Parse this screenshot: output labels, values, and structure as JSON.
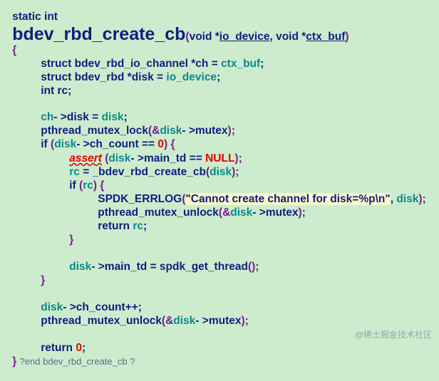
{
  "code": {
    "l1": "static int",
    "fname": "bdev_rbd_create_cb",
    "sig": {
      "open": "(",
      "t1": "void *",
      "p1": "io_device",
      "sep": ", ",
      "t2": "void *",
      "p2": "ctx_buf",
      "close": ")"
    },
    "lbrace": "{",
    "l4": {
      "a": "struct bdev_rbd_io_channel *",
      "b": "ch",
      "c": " = ",
      "d": "ctx_buf",
      "e": ";"
    },
    "l5": {
      "a": "struct bdev_rbd *",
      "b": "disk",
      "c": " = ",
      "d": "io_device",
      "e": ";"
    },
    "l6": {
      "a": "int ",
      "b": "rc",
      "e": ";"
    },
    "l8": {
      "a": "ch",
      "b": "- >",
      "c": "disk",
      "d": " = ",
      "e": "disk",
      "f": ";"
    },
    "l9": {
      "a": "pthread_mutex_lock",
      "b": "(&",
      "c": "disk",
      "d": "- >",
      "e": "mutex",
      "f": ");"
    },
    "l10": {
      "a": "if ",
      "b": "(",
      "c": "disk",
      "d": "- >",
      "e": "ch_count",
      "f": " == ",
      "g": "0",
      "h": ") {"
    },
    "l11": {
      "a": "assert",
      "b": " (",
      "c": "disk",
      "d": "- >",
      "e": "main_td",
      "f": " == ",
      "g": "NULL",
      "h": ");"
    },
    "l12": {
      "a": "rc",
      "b": " = ",
      "c": "_bdev_rbd_create_cb",
      "d": "(",
      "e": "disk",
      "f": ");"
    },
    "l13": {
      "a": "if ",
      "b": "(",
      "c": "rc",
      "d": ") {"
    },
    "l14": {
      "a": "SPDK_ERRLOG",
      "b": "(",
      "c": "\"Cannot create channel for disk=%p\\n\"",
      "d": ", ",
      "e": "disk",
      "f": ");"
    },
    "l15": {
      "a": "pthread_mutex_unlock",
      "b": "(&",
      "c": "disk",
      "d": "- >",
      "e": "mutex",
      "f": ");"
    },
    "l16": {
      "a": "return ",
      "b": "rc",
      "c": ";"
    },
    "l17": "}",
    "l19": {
      "a": "disk",
      "b": "- >",
      "c": "main_td",
      "d": " = ",
      "e": "spdk_get_thread",
      "f": "();"
    },
    "l20": "}",
    "l22": {
      "a": "disk",
      "b": "- >",
      "c": "ch_count",
      "d": "++;"
    },
    "l23": {
      "a": "pthread_mutex_unlock",
      "b": "(&",
      "c": "disk",
      "d": "- >",
      "e": "mutex",
      "f": ");"
    },
    "l25": {
      "a": "return ",
      "b": "0",
      "c": ";"
    },
    "l26": {
      "a": "} ",
      "b": "?end bdev_rbd_create_cb ?"
    }
  },
  "watermark": "@稀土掘金技术社区"
}
